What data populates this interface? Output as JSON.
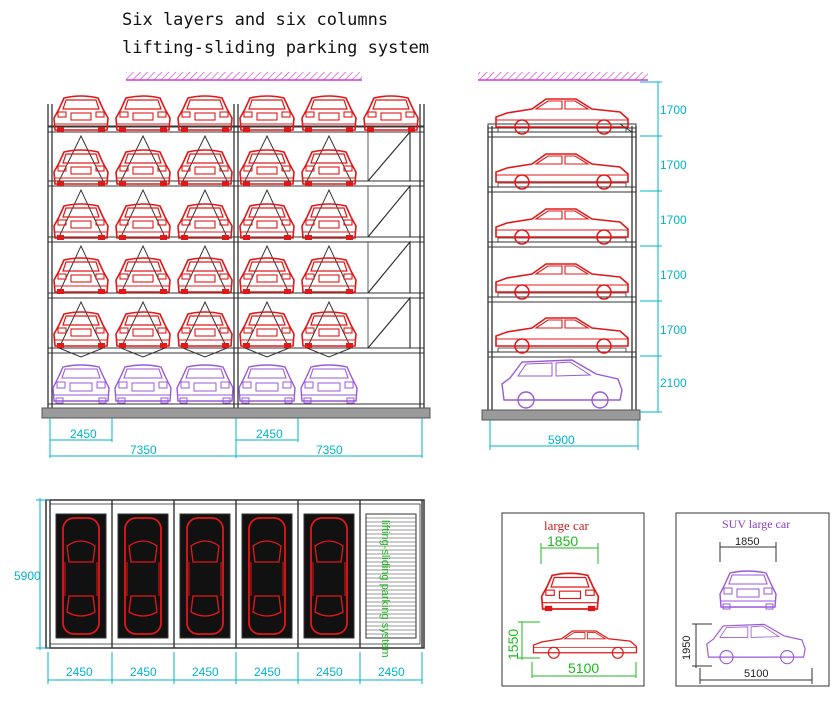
{
  "title": {
    "line1": "Six layers and six columns",
    "line2": "lifting-sliding parking system"
  },
  "front_view": {
    "dims_top": [
      "2450",
      "2450"
    ],
    "dims_bottom": [
      "7350",
      "7350"
    ]
  },
  "side_view": {
    "layer_heights": [
      "1700",
      "1700",
      "1700",
      "1700",
      "1700",
      "2100"
    ],
    "depth": "5900"
  },
  "plan_view": {
    "depth": "5900",
    "column_widths": [
      "2450",
      "2450",
      "2450",
      "2450",
      "2450",
      "2450"
    ],
    "vertical_label": "lifting-sliding parking system"
  },
  "large_car_box": {
    "title": "large car",
    "width": "1850",
    "height": "1550",
    "length": "5100"
  },
  "suv_box": {
    "title": "SUV large car",
    "width": "1850",
    "height": "1950",
    "length": "5100"
  },
  "colors": {
    "car_red": "#e01818",
    "car_purple": "#9a5ad8",
    "dimension": "#00b4c8",
    "hatch": "#d23cd2",
    "frame": "#333333",
    "green_text": "#1fb81f"
  }
}
